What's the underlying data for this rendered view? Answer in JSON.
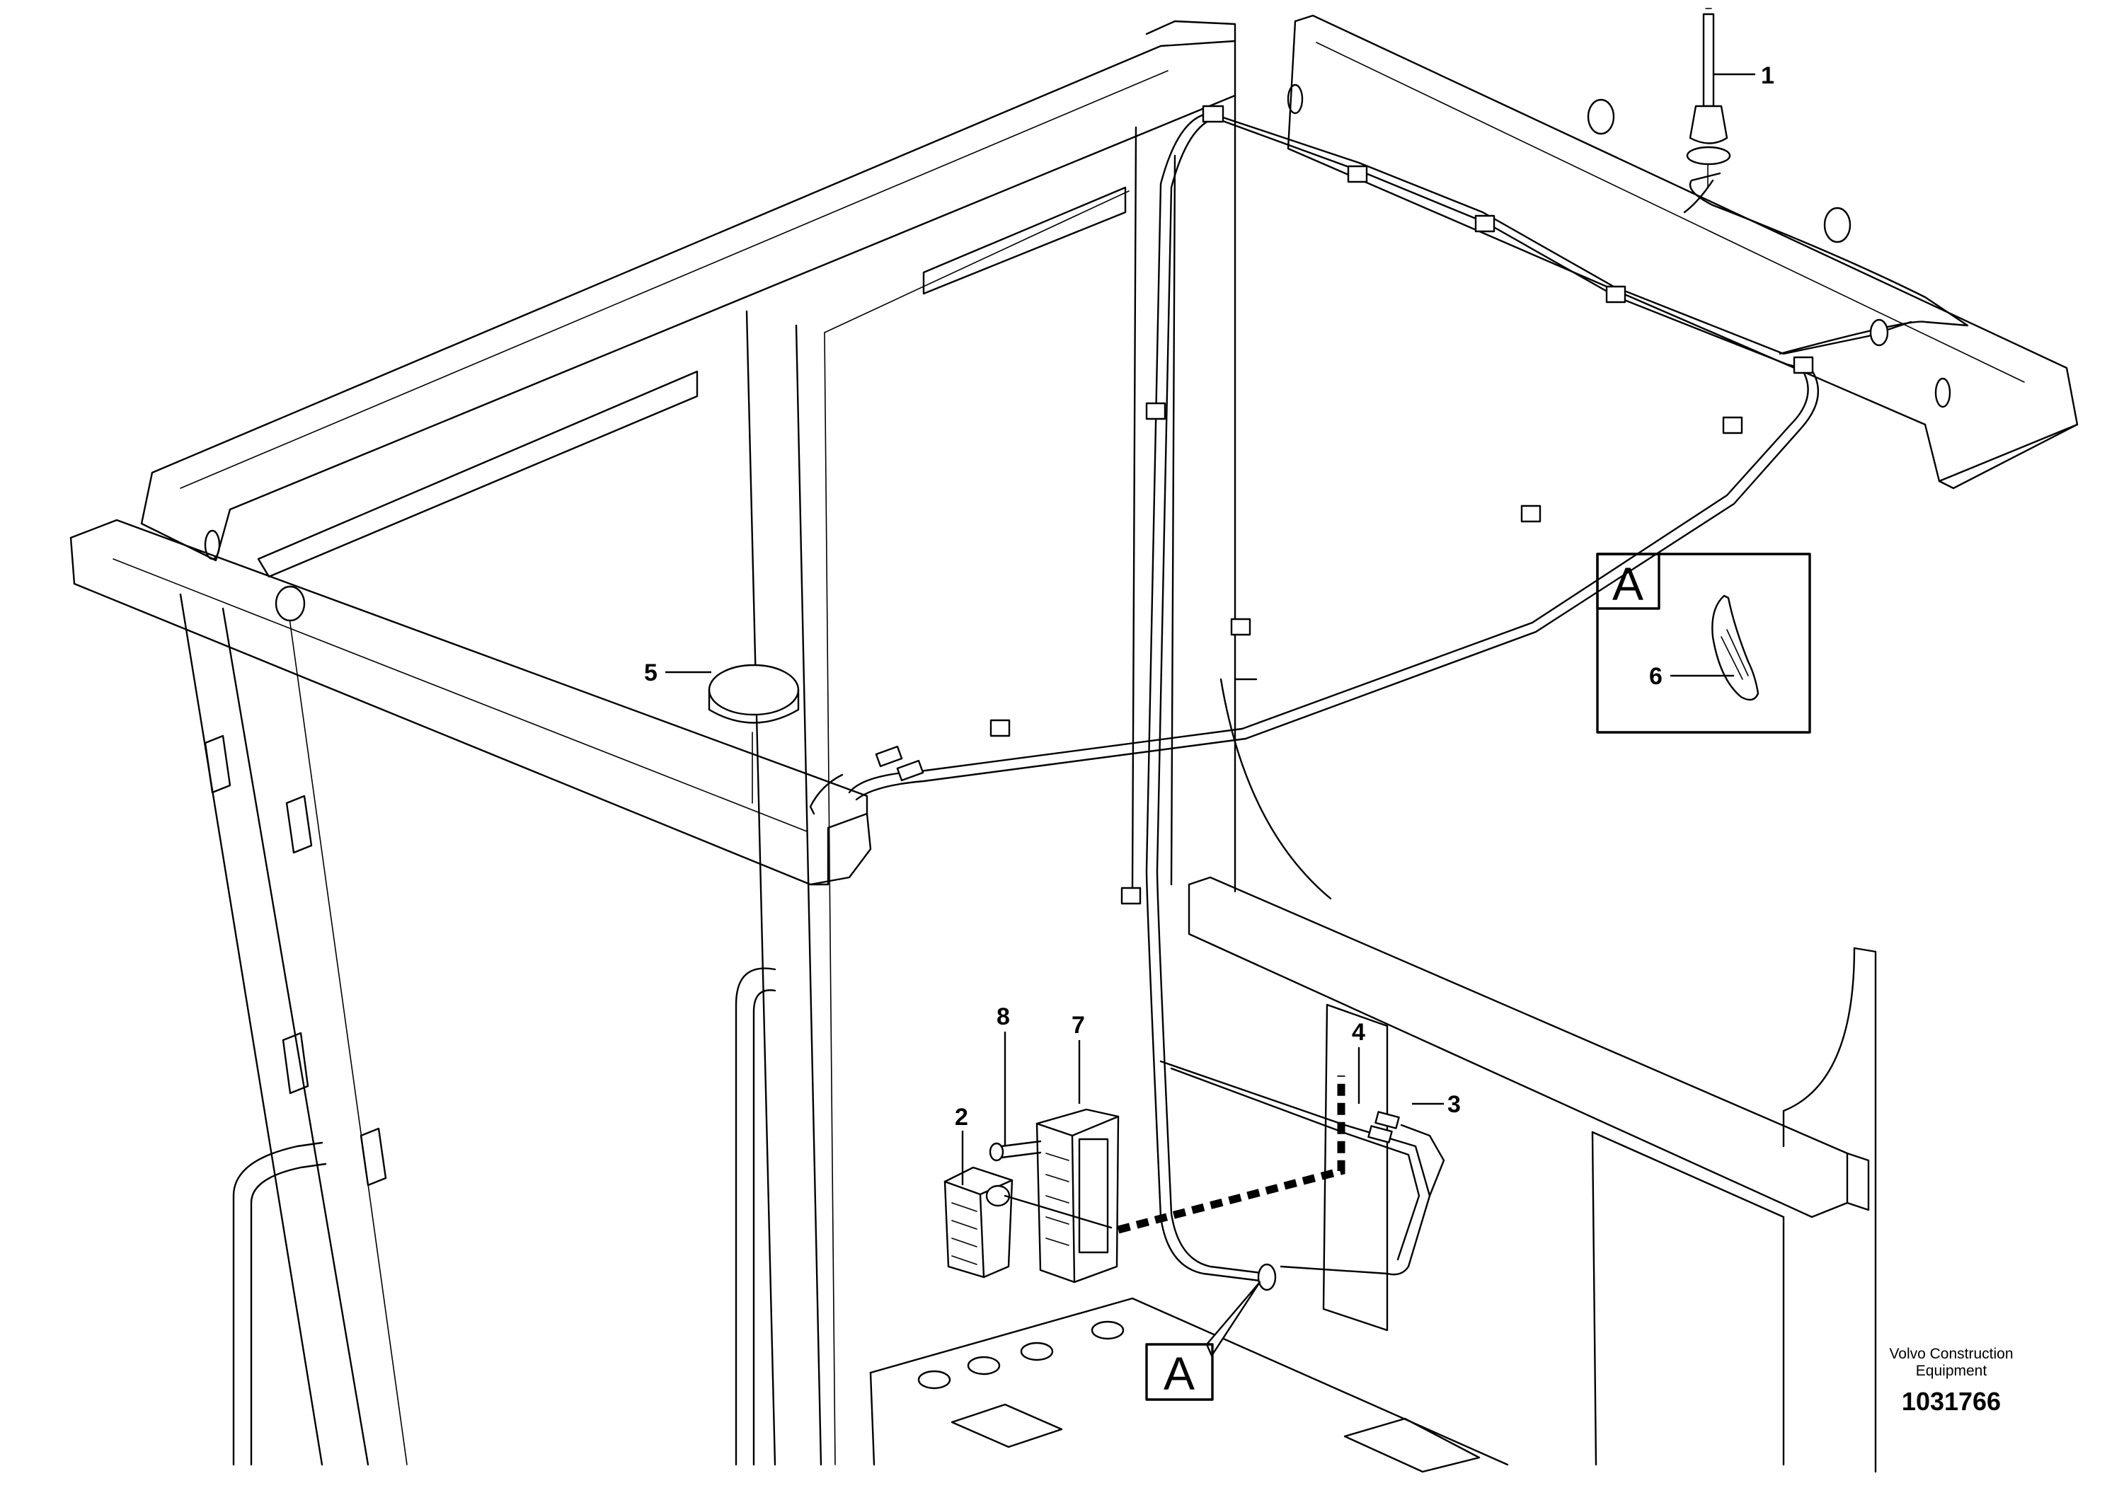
{
  "callouts": [
    "1",
    "2",
    "3",
    "4",
    "5",
    "6",
    "7",
    "8"
  ],
  "detail_marker": "A",
  "maker_line1": "Volvo Construction",
  "maker_line2": "Equipment",
  "figure_number": "1031766"
}
